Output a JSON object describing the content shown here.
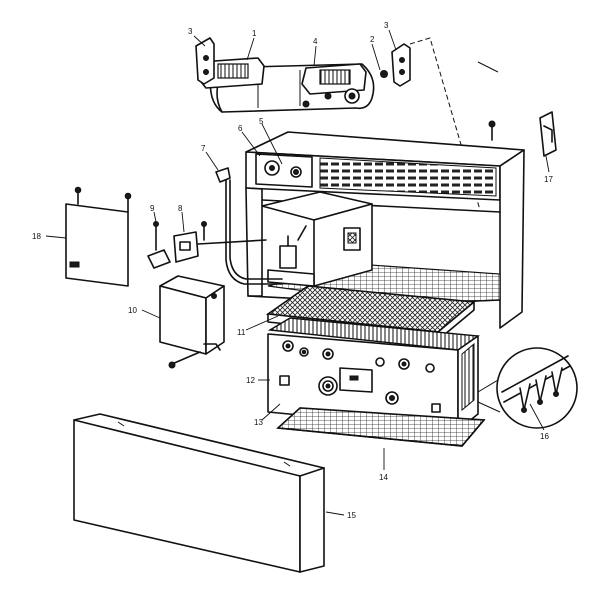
{
  "callouts": [
    {
      "id": "c1",
      "text": "1"
    },
    {
      "id": "c2",
      "text": "2"
    },
    {
      "id": "c3a",
      "text": "3"
    },
    {
      "id": "c3b",
      "text": "3"
    },
    {
      "id": "c4",
      "text": "4"
    },
    {
      "id": "c5",
      "text": "5"
    },
    {
      "id": "c6",
      "text": "6"
    },
    {
      "id": "c7",
      "text": "7"
    },
    {
      "id": "c8",
      "text": "8"
    },
    {
      "id": "c9",
      "text": "9"
    },
    {
      "id": "c10",
      "text": "10"
    },
    {
      "id": "c11",
      "text": "11"
    },
    {
      "id": "c12",
      "text": "12"
    },
    {
      "id": "c13",
      "text": "13"
    },
    {
      "id": "c14",
      "text": "14"
    },
    {
      "id": "c15",
      "text": "15"
    },
    {
      "id": "c16",
      "text": "16"
    },
    {
      "id": "c17",
      "text": "17"
    },
    {
      "id": "c18",
      "text": "18"
    }
  ]
}
